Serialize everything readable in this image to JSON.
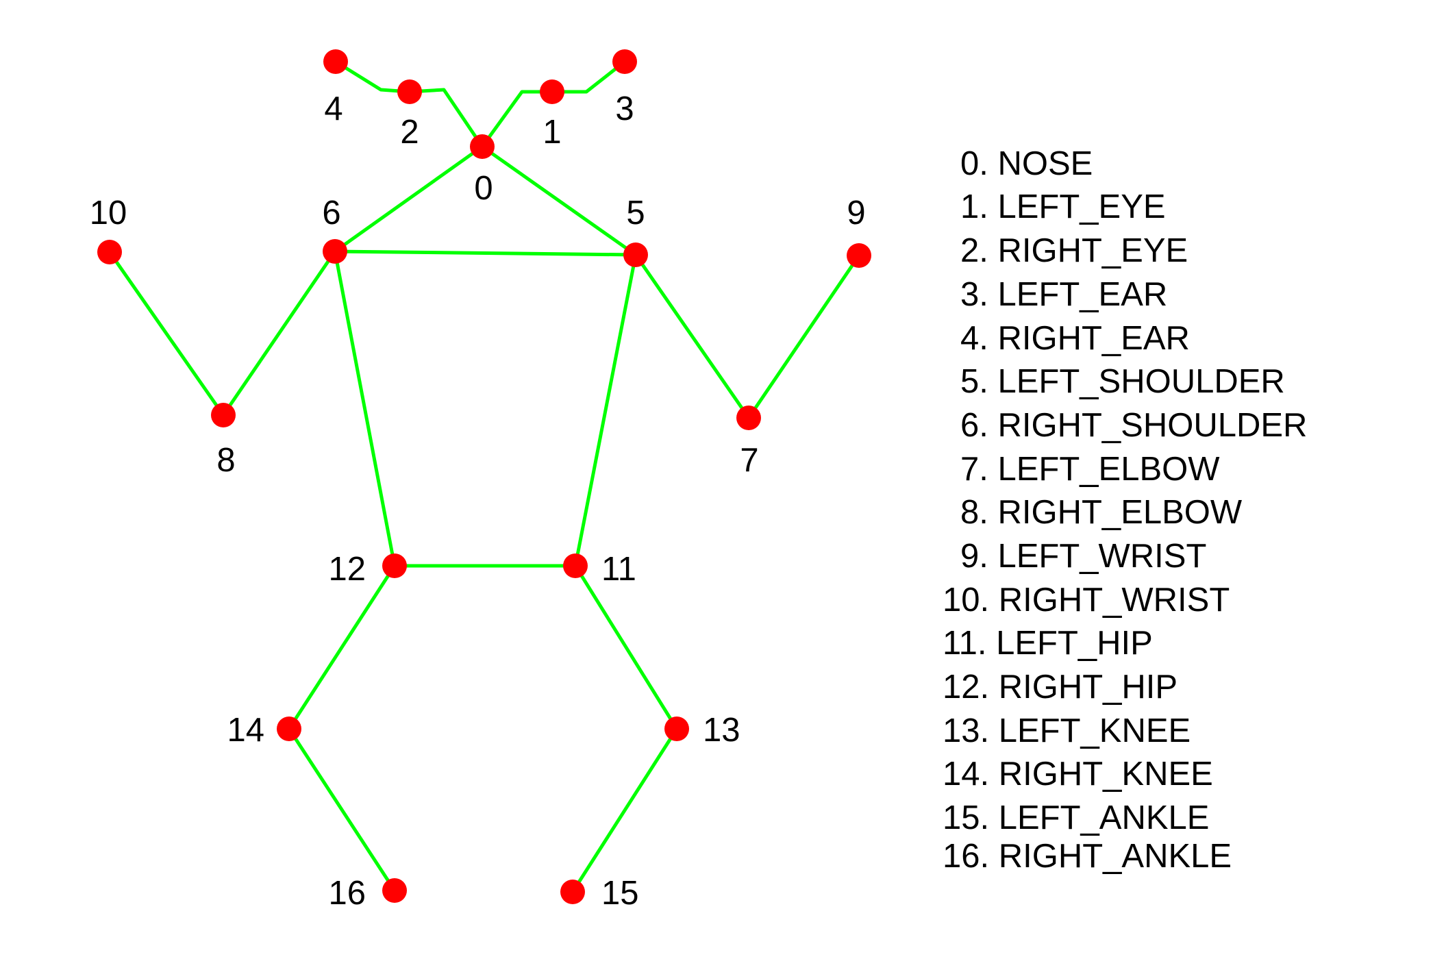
{
  "colors": {
    "keypoint": "#ff0000",
    "skeleton": "#00ff00",
    "text": "#000000",
    "background": "#ffffff"
  },
  "keypoints": [
    {
      "id": "0",
      "name": "NOSE"
    },
    {
      "id": "1",
      "name": "LEFT_EYE"
    },
    {
      "id": "2",
      "name": "RIGHT_EYE"
    },
    {
      "id": "3",
      "name": "LEFT_EAR"
    },
    {
      "id": "4",
      "name": "RIGHT_EAR"
    },
    {
      "id": "5",
      "name": "LEFT_SHOULDER"
    },
    {
      "id": "6",
      "name": "RIGHT_SHOULDER"
    },
    {
      "id": "7",
      "name": "LEFT_ELBOW"
    },
    {
      "id": "8",
      "name": "RIGHT_ELBOW"
    },
    {
      "id": "9",
      "name": "LEFT_WRIST"
    },
    {
      "id": "10",
      "name": "RIGHT_WRIST"
    },
    {
      "id": "11",
      "name": "LEFT_HIP"
    },
    {
      "id": "12",
      "name": "RIGHT_HIP"
    },
    {
      "id": "13",
      "name": "LEFT_KNEE"
    },
    {
      "id": "14",
      "name": "RIGHT_KNEE"
    },
    {
      "id": "15",
      "name": "LEFT_ANKLE"
    },
    {
      "id": "16",
      "name": "RIGHT_ANKLE"
    }
  ],
  "legend": [
    "0. NOSE",
    "1. LEFT_EYE",
    "2. RIGHT_EYE",
    "3. LEFT_EAR",
    "4. RIGHT_EAR",
    "5. LEFT_SHOULDER",
    "6. RIGHT_SHOULDER",
    "7. LEFT_ELBOW",
    "8. RIGHT_ELBOW",
    "9. LEFT_WRIST",
    "10. RIGHT_WRIST",
    "11. LEFT_HIP",
    "12. RIGHT_HIP",
    "13. LEFT_KNEE",
    "14. RIGHT_KNEE",
    "15. LEFT_ANKLE",
    "16. RIGHT_ANKLE"
  ]
}
